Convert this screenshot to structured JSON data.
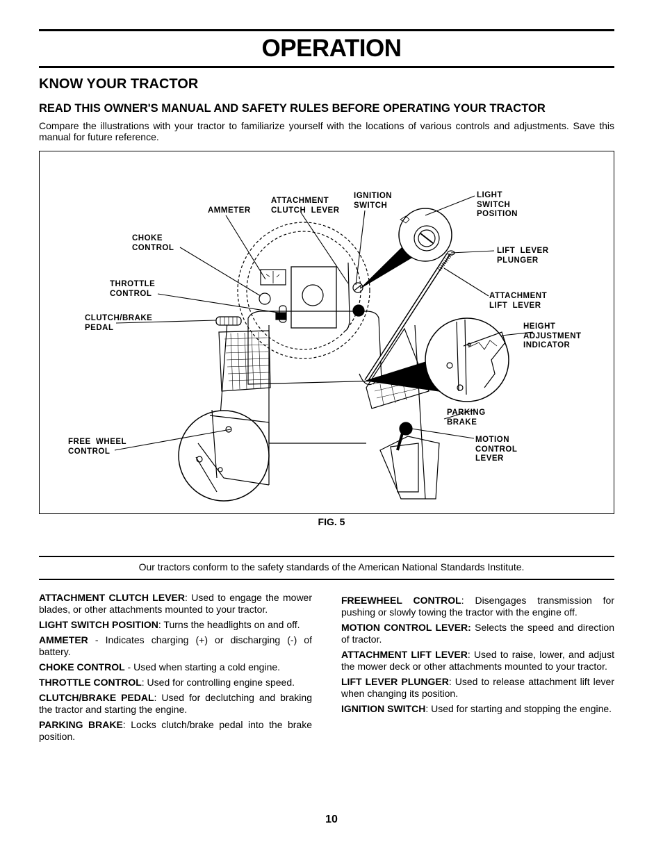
{
  "header": {
    "title": "OPERATION"
  },
  "section": {
    "heading": "KNOW YOUR TRACTOR",
    "subheading": "READ THIS OWNER'S MANUAL AND SAFETY RULES BEFORE OPERATING YOUR TRACTOR",
    "intro": "Compare the illustrations with your tractor to familiarize yourself with the locations of various controls and adjustments.  Save this manual for future reference."
  },
  "figure": {
    "caption": "FIG. 5",
    "labels": {
      "ammeter": "AMMETER",
      "attachment_clutch_lever": "ATTACHMENT\nCLUTCH  LEVER",
      "ignition_switch": "IGNITION\nSWITCH",
      "light_switch_position": "LIGHT\nSWITCH\nPOSITION",
      "choke_control": "CHOKE\nCONTROL",
      "lift_lever_plunger": "LIFT  LEVER\nPLUNGER",
      "throttle_control": "THROTTLE\nCONTROL",
      "attachment_lift_lever": "ATTACHMENT\nLIFT  LEVER",
      "clutch_brake_pedal": "CLUTCH/BRAKE\nPEDAL",
      "height_adjustment_indicator": "HEIGHT\nADJUSTMENT\nINDICATOR",
      "parking_brake": "PARKING\nBRAKE",
      "free_wheel_control": "FREE  WHEEL\nCONTROL",
      "motion_control_lever": "MOTION\nCONTROL\nLEVER"
    }
  },
  "notice": "Our tractors conform to the safety standards of the American National Standards Institute.",
  "descriptions": {
    "left": [
      {
        "term": "ATTACHMENT CLUTCH LEVER",
        "sep": ":  ",
        "text": "Used to engage the mower blades, or other attachments mounted to your tractor."
      },
      {
        "term": "LIGHT SWITCH POSITION",
        "sep": ":  ",
        "text": "Turns the headlights on and off."
      },
      {
        "term": "AMMETER",
        "sep": " - ",
        "text": "Indicates charging (+) or discharging (-) of battery."
      },
      {
        "term": "CHOKE CONTROL",
        "sep": " - ",
        "text": "Used when starting a cold engine."
      },
      {
        "term": "THROTTLE CONTROL",
        "sep": ": ",
        "text": "Used for controlling engine speed."
      },
      {
        "term": "CLUTCH/BRAKE PEDAL",
        "sep": ":  ",
        "text": "Used for declutching and braking the tractor and starting the engine."
      },
      {
        "term": "PARKING BRAKE",
        "sep": ": ",
        "text": "Locks clutch/brake pedal into the brake position."
      }
    ],
    "right": [
      {
        "term": "FREEWHEEL CONTROL",
        "sep": ": ",
        "text": "Disengages transmission for pushing or slowly towing the tractor with the engine off."
      },
      {
        "term": "MOTION CONTROL LEVER:",
        "sep": "  ",
        "text": "Selects the speed and direction of tractor."
      },
      {
        "term": "ATTACHMENT LIFT LEVER",
        "sep": ":  ",
        "text": "Used to raise, lower, and adjust the mower deck or other attachments mounted to your tractor."
      },
      {
        "term": "LIFT LEVER PLUNGER",
        "sep": ":  ",
        "text": "Used to release attachment lift lever when changing its position."
      },
      {
        "term": "IGNITION SWITCH",
        "sep": ":  ",
        "text": "Used for starting and stopping the engine."
      }
    ]
  },
  "footer": {
    "page_number": "10"
  }
}
